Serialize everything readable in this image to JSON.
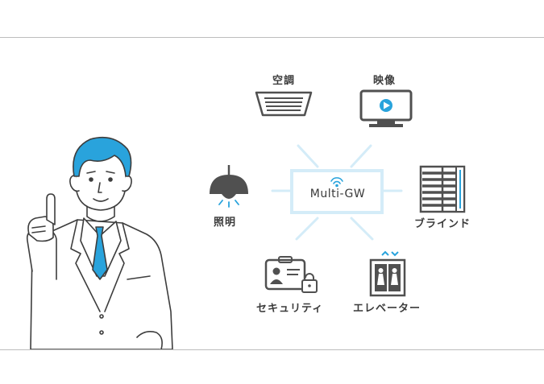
{
  "hub": {
    "label": "Multi-GW"
  },
  "devices": {
    "aircon": "空調",
    "video": "映像",
    "lighting": "照明",
    "blinds": "ブラインド",
    "security": "セキュリティ",
    "elevator": "エレベーター"
  },
  "colors": {
    "accent": "#29a3dc",
    "glow": "#d4ecf8",
    "icon": "#505050",
    "line": "#3d3d3d"
  },
  "icons": [
    "person-pointing-illustration",
    "ceiling-aircon-icon",
    "monitor-play-icon",
    "ceiling-lamp-icon",
    "blinds-icon",
    "id-card-lock-icon",
    "elevator-icon",
    "wifi-icon"
  ]
}
